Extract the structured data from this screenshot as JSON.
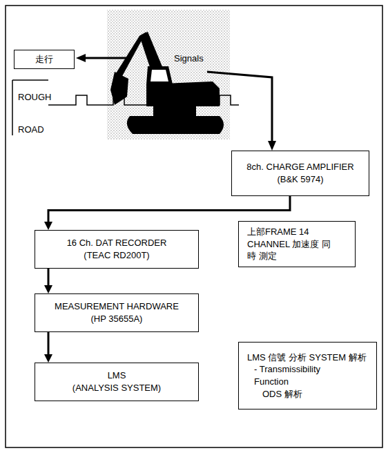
{
  "diagram": {
    "nodes": [
      {
        "text": [
          "走行"
        ]
      },
      {
        "text": [
          "8ch. CHARGE AMPLIFIER",
          "(B&K 5974)"
        ]
      },
      {
        "text": [
          "16 Ch. DAT RECORDER",
          "(TEAC RD200T)"
        ]
      },
      {
        "text": [
          "上部FRAME 14 CHANNEL 加速度 同時 測定"
        ]
      },
      {
        "text": [
          "MEASUREMENT HARDWARE",
          "(HP 35655A)"
        ]
      },
      {
        "text": [
          "LMS",
          "(ANALYSIS SYSTEM)"
        ]
      },
      {
        "text": [
          "LMS 信號 分析 SYSTEM 解析",
          "- Transmissibility Function",
          "ODS 解析"
        ]
      }
    ],
    "edges": [
      {
        "from": 1,
        "to": 2,
        "arrow": "to"
      },
      {
        "from": 2,
        "to": 4,
        "arrow": "to"
      },
      {
        "from": 4,
        "to": 5,
        "arrow": "to"
      }
    ],
    "labels": [
      "Signals",
      "ROUGH ROAD"
    ]
  }
}
